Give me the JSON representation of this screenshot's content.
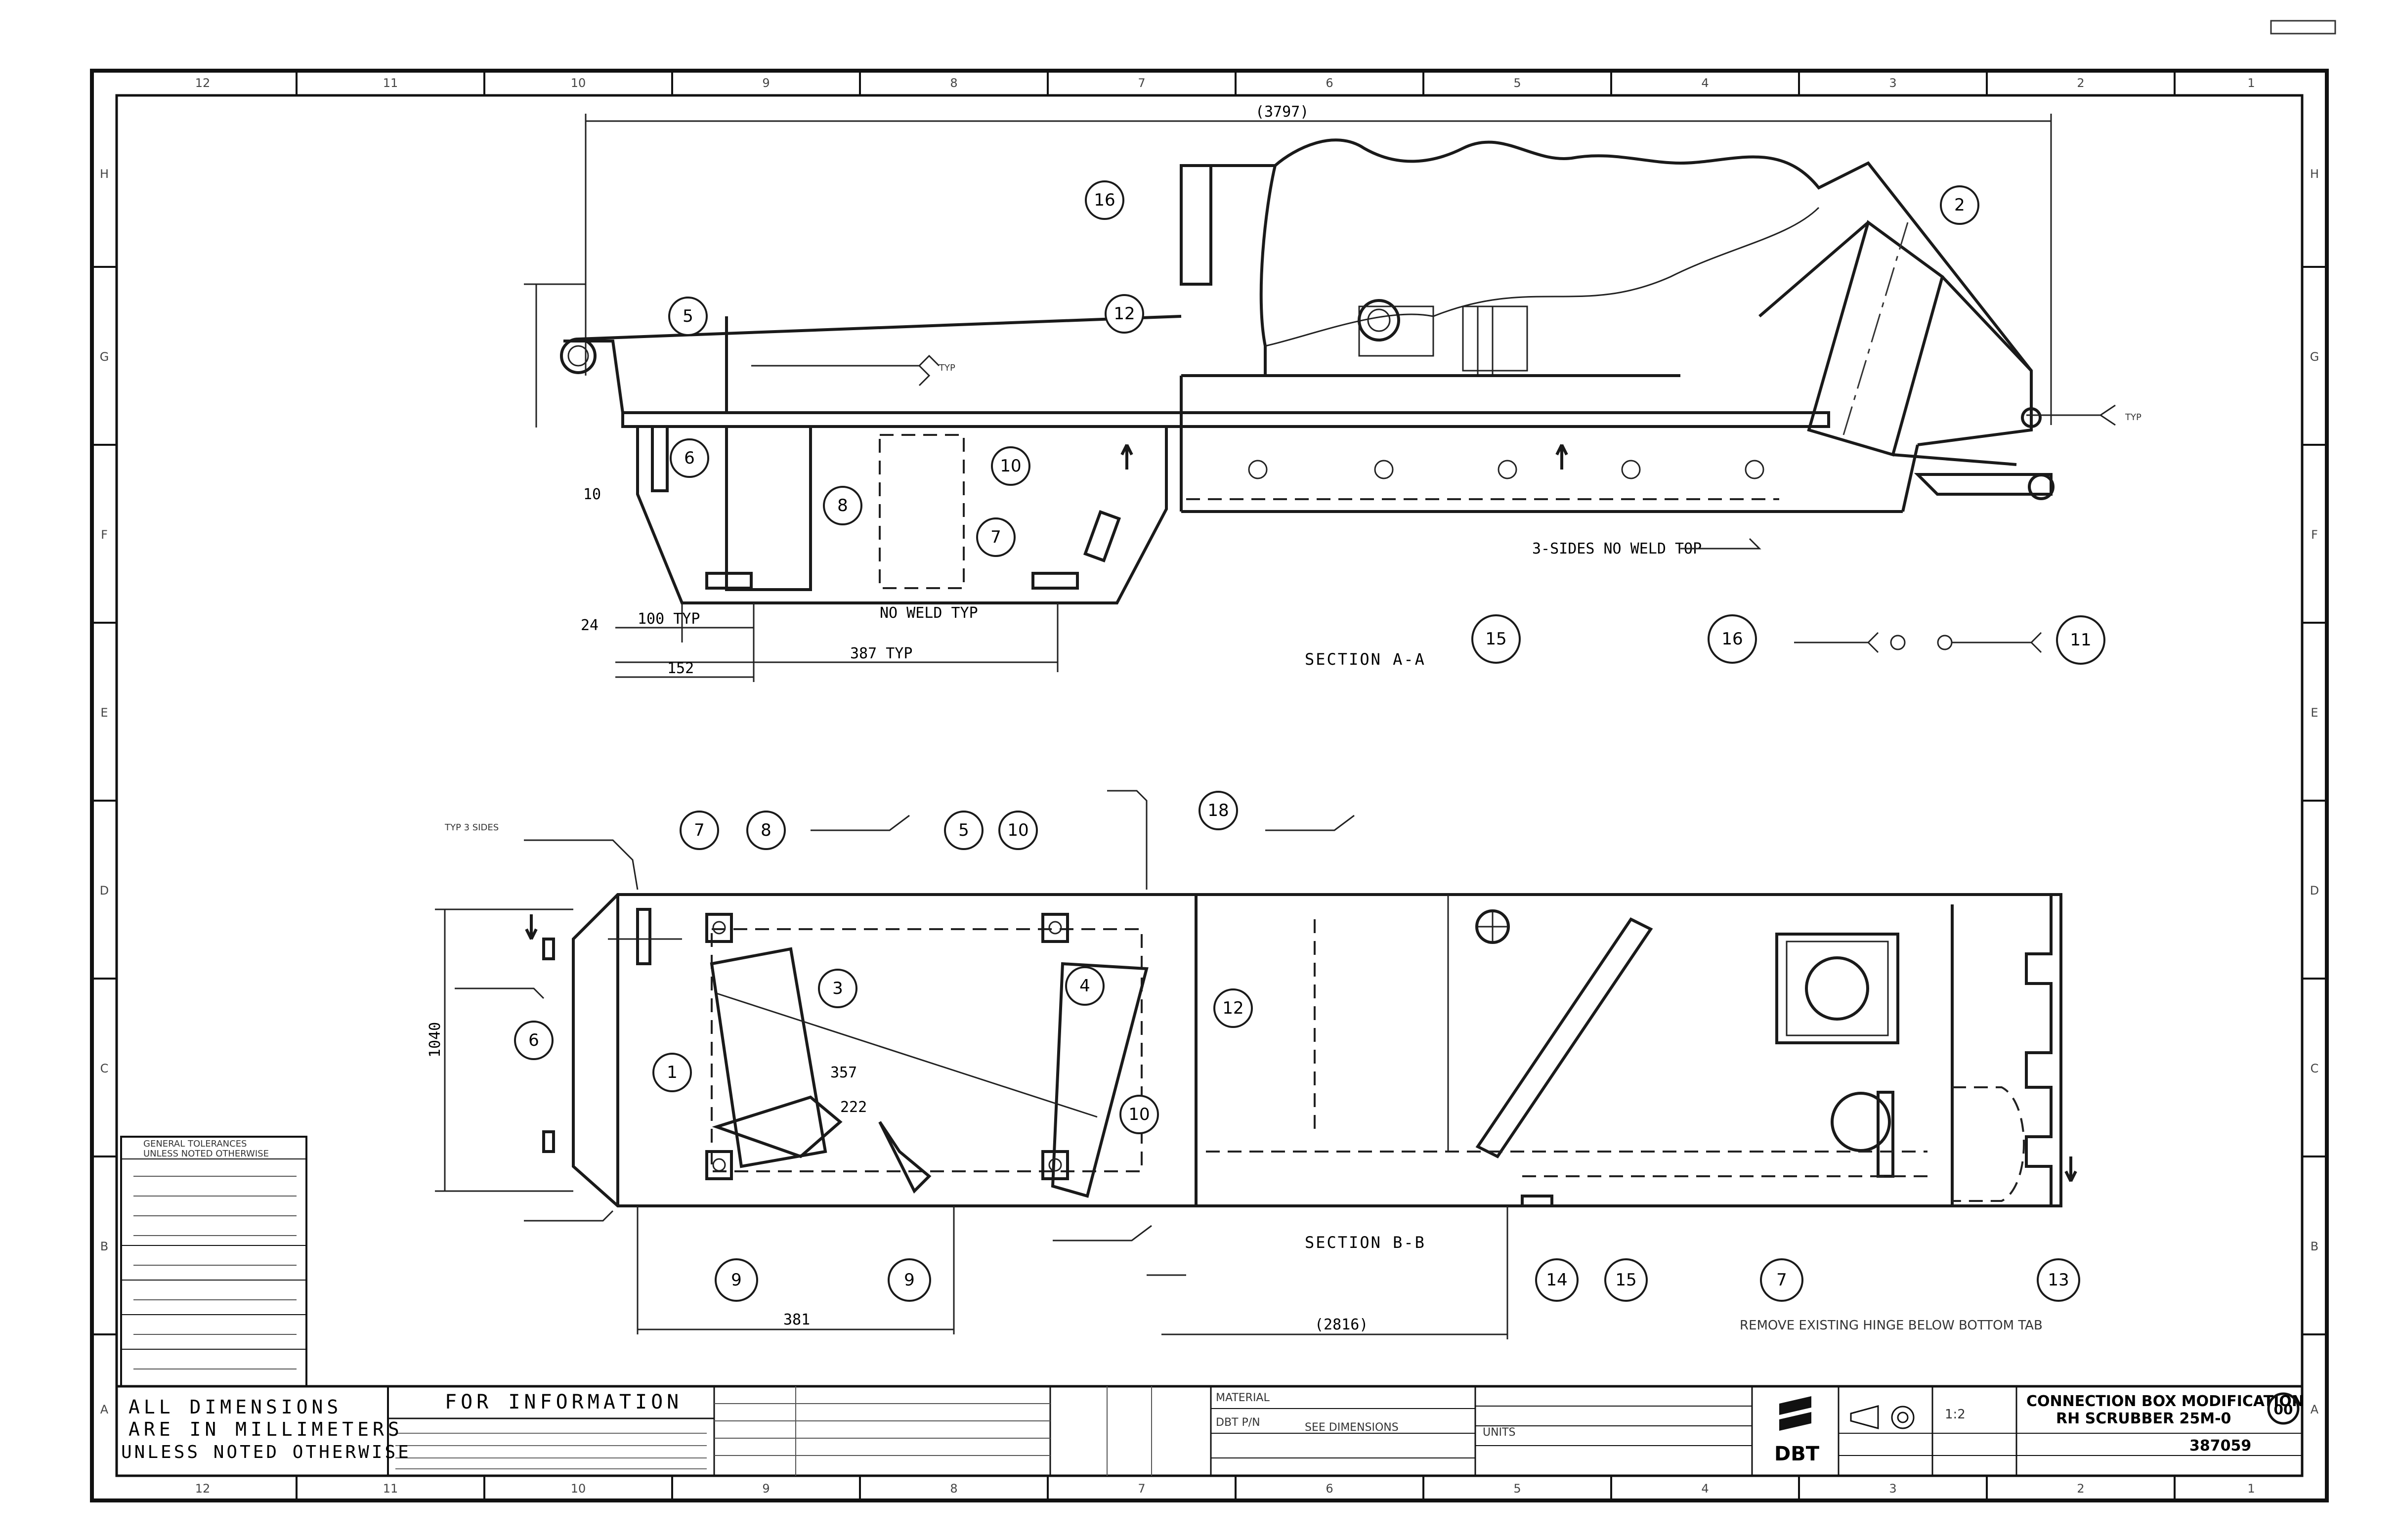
{
  "corner_tag": "",
  "frame": {
    "zones_top": [
      "12",
      "11",
      "10",
      "9",
      "8",
      "7",
      "6",
      "5",
      "4",
      "3",
      "2",
      "1"
    ],
    "zones_side": [
      "H",
      "G",
      "F",
      "E",
      "D",
      "C",
      "B",
      "A"
    ]
  },
  "views": {
    "section_aa": "SECTION A-A",
    "section_bb": "SECTION B-B"
  },
  "notes": {
    "no_weld_top": "3-SIDES NO WELD TOP",
    "no_weld": "NO WELD TYP",
    "typ": "TYP",
    "three_sides": "TYP 3 SIDES",
    "remove": "REMOVE EXISTING HINGE BELOW BOTTOM TAB"
  },
  "dims": {
    "d_total": "(3797)",
    "d_100": "100 TYP",
    "d_152": "152",
    "d_387": "387 TYP",
    "d_24": "24",
    "d_10": "10",
    "d_1040": "1040",
    "d_381": "381",
    "d_2816": "(2816)",
    "d_357": "357",
    "d_222": "222"
  },
  "balloons": {
    "top": [
      "16",
      "5",
      "12",
      "2",
      "6",
      "8",
      "10",
      "7",
      "15",
      "16",
      "11"
    ],
    "bottom": [
      "7",
      "8",
      "5",
      "10",
      "18",
      "6",
      "3",
      "4",
      "12",
      "1",
      "10",
      "9",
      "9",
      "14",
      "15",
      "7",
      "13"
    ]
  },
  "tolerance_block": {
    "title": "GENERAL TOLERANCES",
    "subtitle": "UNLESS NOTED OTHERWISE"
  },
  "title_block": {
    "all_dims_1": "ALL DIMENSIONS",
    "all_dims_2": "ARE IN MILLIMETERS",
    "all_dims_3": "UNLESS NOTED OTHERWISE",
    "for_information": "FOR INFORMATION",
    "material_label": "MATERIAL",
    "dbt_pn_label": "DBT P/N",
    "dims_label": "SEE DIMENSIONS",
    "units_label": "UNITS",
    "company": "DBT",
    "title_line1": "CONNECTION BOX MODIFICATION",
    "title_line2": "RH SCRUBBER 25M-0",
    "dwg_no": "387059",
    "scale": "1:2",
    "rev": "00"
  }
}
